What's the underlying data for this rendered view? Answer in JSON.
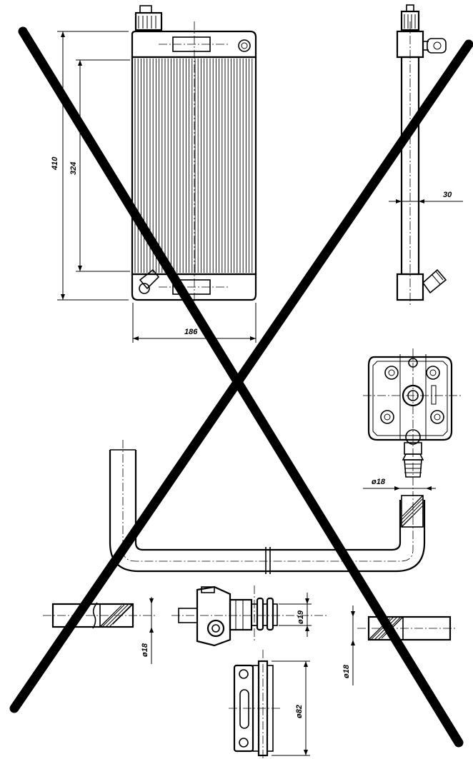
{
  "dimensions": {
    "radiator_height": "410",
    "core_height": "324",
    "radiator_width": "186",
    "radiator_depth": "30",
    "pipe_diameter_top": "ø18",
    "pipe_diameter_left": "ø18",
    "pipe_diameter_right": "ø18",
    "pump_outlet_diameter": "ø19",
    "pump_flange_diameter": "ø82"
  }
}
